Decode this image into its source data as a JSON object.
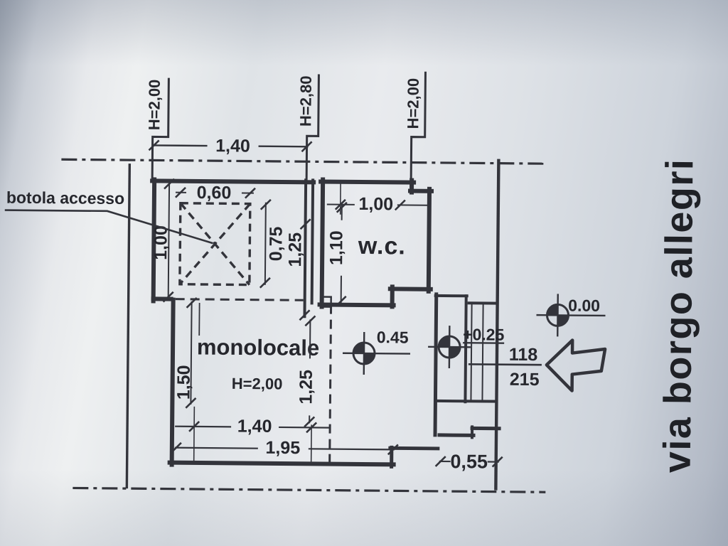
{
  "plan": {
    "street_name": "via borgo allegri",
    "annotations": {
      "hatch_access": "botola accesso"
    },
    "rooms": {
      "main": {
        "name": "monolocale",
        "height": "H=2,00"
      },
      "wc": {
        "name": "w.c."
      }
    },
    "heights": {
      "left": "H=2,00",
      "center": "H=2,80",
      "right": "H=2,00"
    },
    "dims": {
      "top_width": "1,40",
      "hatch_left": "1,00",
      "hatch_width": "0,60",
      "hatch_depth": "0,75",
      "partition_upper": "1,25",
      "wc_width": "1,00",
      "wc_depth": "1,10",
      "main_left": "1,50",
      "partition_lower": "1,25",
      "bottom_inner": "1,40",
      "bottom_outer": "1,95",
      "entry_width": "0,55"
    },
    "levels": {
      "main": "0.45",
      "landing": "+0.25",
      "street": "0.00"
    },
    "door": {
      "width": "118",
      "height": "215"
    },
    "colors": {
      "ink": "#33343b",
      "paper": "#e2e5e9"
    }
  }
}
